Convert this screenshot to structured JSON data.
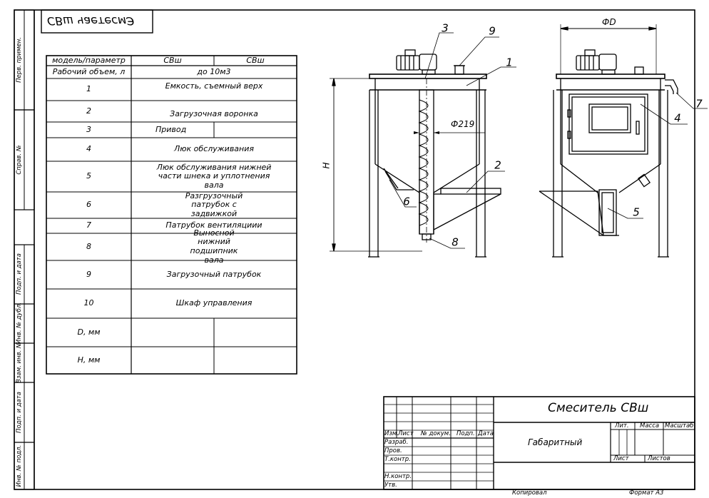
{
  "sheet": {
    "top_stamp": "СВш чаетесмЭ",
    "side_labels": [
      "Перв. примен.",
      "Справ. №",
      "Подп. и дата",
      "Инв. № дубл.",
      "Взам. инв. №",
      "Подп. и дата",
      "Инв. № подл."
    ]
  },
  "spec_table": {
    "header": [
      "модель/параметр",
      "СВш",
      "СВш"
    ],
    "volume": {
      "label": "Рабочий объем, л",
      "value": "до 10м3"
    },
    "items": [
      {
        "num": "1",
        "text": "Емкость, съемный верх"
      },
      {
        "num": "2",
        "text": "Загрузочная воронка"
      },
      {
        "num": "3",
        "text": "Привод"
      },
      {
        "num": "4",
        "text": "Люк обслуживания"
      },
      {
        "num": "5",
        "text": "Люк обслуживания нижней части шнека и уплотнения вала"
      },
      {
        "num": "6",
        "text": "Разгрузочный патрубок с задвижкой"
      },
      {
        "num": "7",
        "text": "Патрубок вентиляциии"
      },
      {
        "num": "8",
        "text": "Выносной нижний подшипник вала"
      },
      {
        "num": "9",
        "text": "Загрузочный патрубок"
      },
      {
        "num": "10",
        "text": "Шкаф управления"
      }
    ],
    "dim_rows": [
      {
        "label": "D, мм",
        "v1": "",
        "v2": ""
      },
      {
        "label": "H, мм",
        "v1": "",
        "v2": ""
      }
    ]
  },
  "drawing": {
    "callouts": [
      "1",
      "2",
      "3",
      "4",
      "5",
      "6",
      "7",
      "8",
      "9"
    ],
    "dim_diameter": "Ф219",
    "dim_height": "H",
    "dim_D": "ФD"
  },
  "title_block": {
    "title": "Смеситель СВш",
    "subtitle": "Габаритный",
    "col_headers": [
      "Изм.",
      "Лист",
      "№ докум.",
      "Подп.",
      "Дата"
    ],
    "row_labels": [
      "Разраб.",
      "Пров.",
      "Т.контр.",
      "",
      "Н.контр.",
      "Утв."
    ],
    "lit": "Лит.",
    "mass": "Масса",
    "scale": "Масштаб",
    "sheet": "Лист",
    "sheets": "Листов",
    "copied": "Копировал",
    "format": "Формат А3"
  }
}
